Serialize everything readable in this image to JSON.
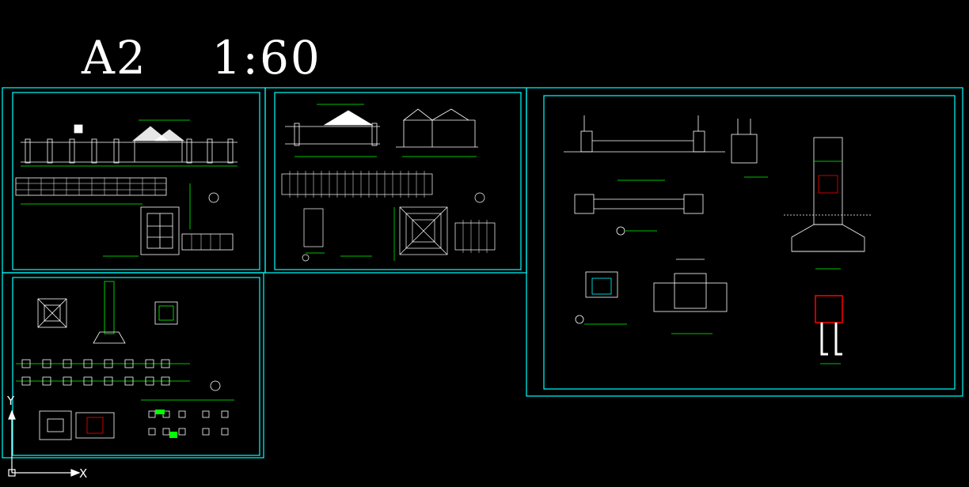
{
  "drawing": {
    "sheet_title": "A2    1:60",
    "accent_color": "#00ffff",
    "detail_color": "#00ff00",
    "line_color": "#ffffff",
    "highlight_color": "#ff0000"
  },
  "ucs": {
    "x_label": "X",
    "y_label": "Y"
  }
}
